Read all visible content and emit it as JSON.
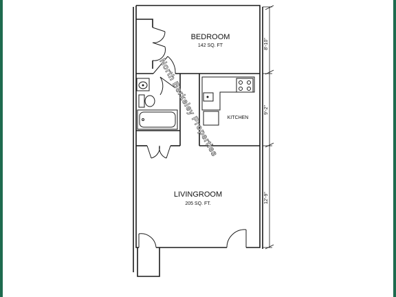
{
  "rooms": {
    "bedroom": {
      "name": "BEDROOM",
      "area": "142 SQ. FT"
    },
    "kitchen": {
      "name": "KITCHEN"
    },
    "livingroom": {
      "name": "LIVINGROOM",
      "area": "205 SQ. FT."
    }
  },
  "dimensions": {
    "bedroom": "8'-10\"",
    "kitchen": "9'-2\"",
    "livingroom": "12'-9\""
  },
  "watermark": "North Berkeley Properties",
  "colors": {
    "frame": "#1e6b4f",
    "wall": "#1a1a1a"
  }
}
